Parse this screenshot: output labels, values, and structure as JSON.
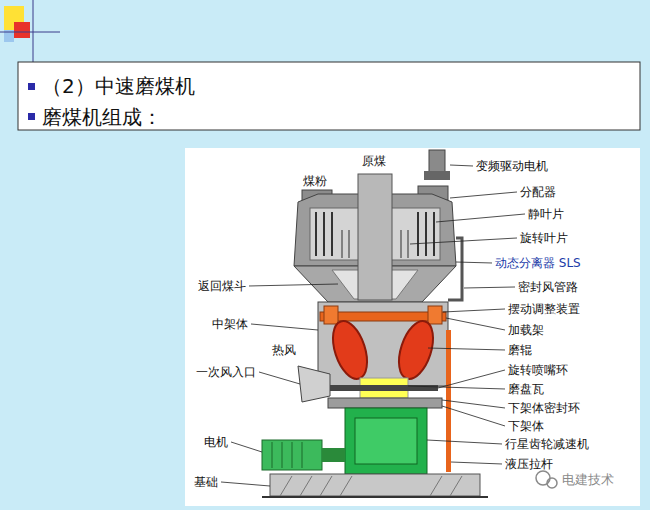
{
  "diagram": {
    "title": "（2）中速磨煤机",
    "labels": [
      "磨煤机组成：",
      "原煤",
      "煤粉",
      "变频驱动电机",
      "分配器",
      "静叶片",
      "旋转叶片",
      "动态分离器 SLS",
      "密封风管路",
      "摆动调整装置",
      "加载架",
      "磨辊",
      "旋转喷嘴环",
      "磨盘瓦",
      "下架体密封环",
      "下架体",
      "行星齿轮减速机",
      "液压拉杆",
      "返回煤斗",
      "中架体",
      "一次风入口",
      "热风",
      "电机",
      "基础",
      "电建技术"
    ]
  }
}
